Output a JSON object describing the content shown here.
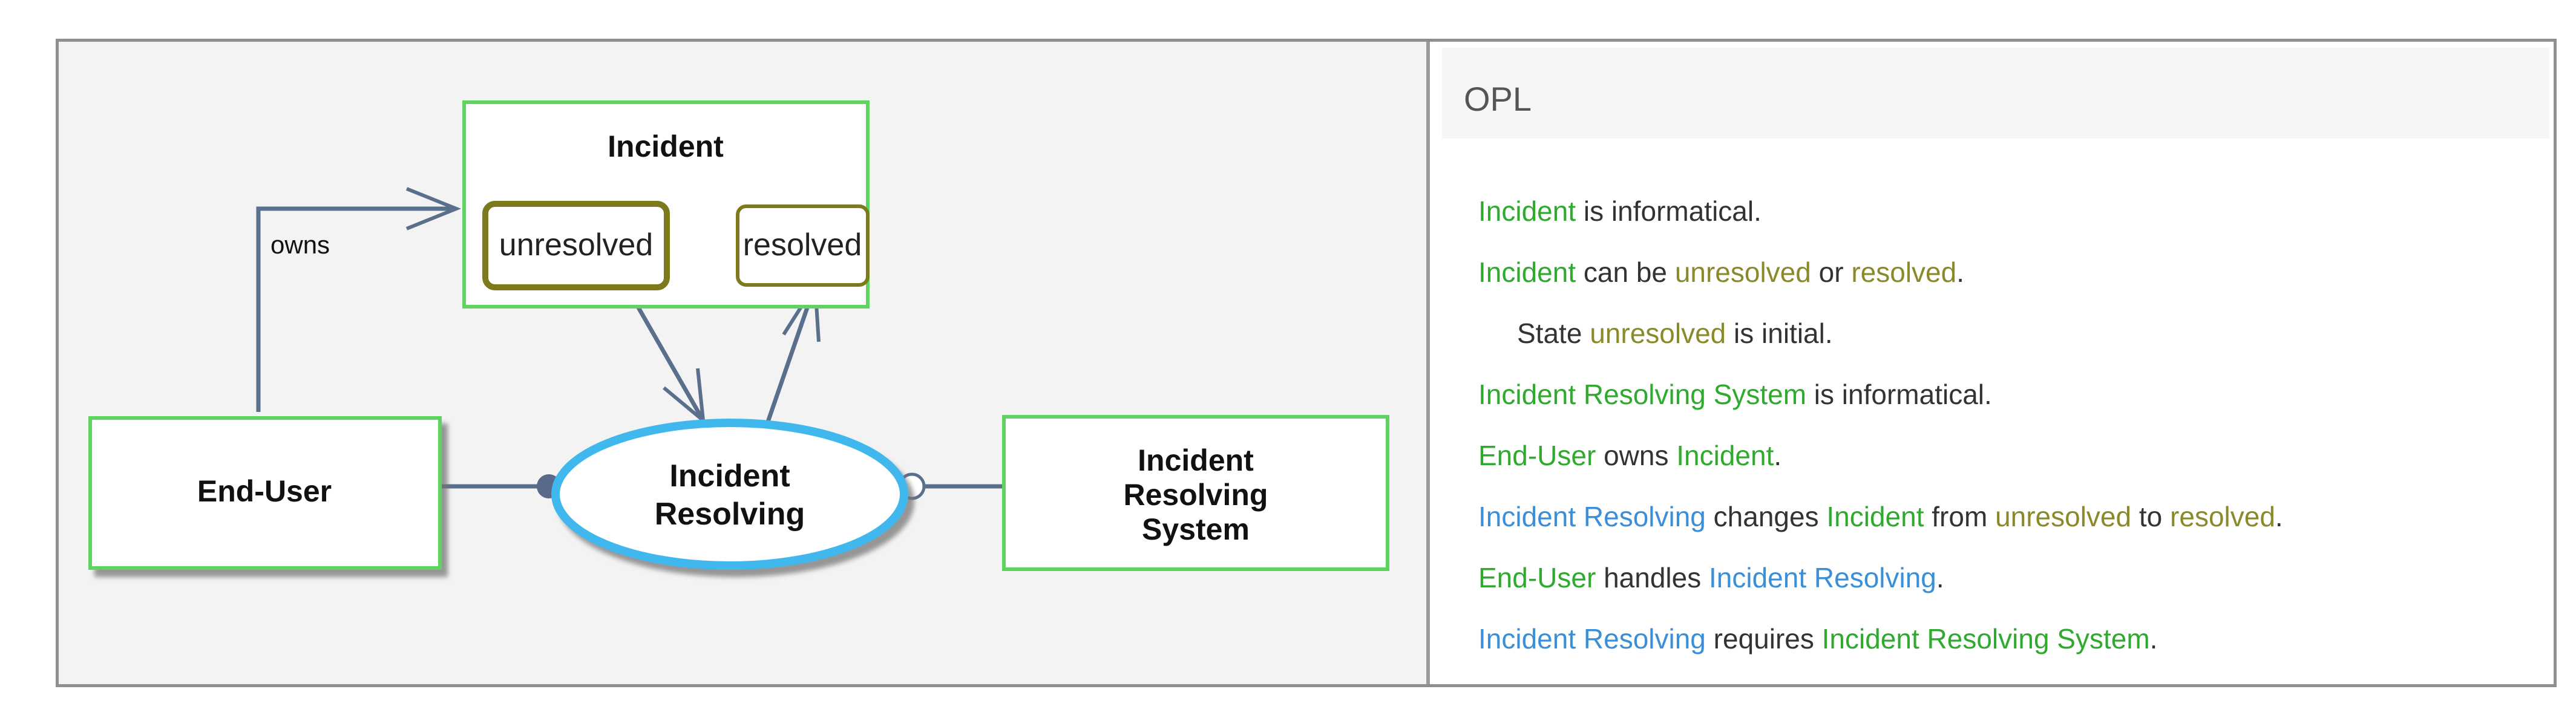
{
  "diagram": {
    "objects": {
      "incident": "Incident",
      "end_user": "End-User",
      "system": [
        "Incident",
        "Resolving",
        "System"
      ]
    },
    "states": {
      "unresolved": "unresolved",
      "resolved": "resolved"
    },
    "process": [
      "Incident",
      "Resolving"
    ],
    "links": {
      "owns": "owns"
    },
    "colors": {
      "object_border": "#5fd35f",
      "state_border": "#7d7a1e",
      "process_border": "#3fb8ee",
      "link": "#5a6f8c"
    }
  },
  "opl": {
    "title": "OPL",
    "colors": {
      "object": "#2faa2f",
      "state": "#8a8a2a",
      "process": "#3a8fd8",
      "text": "#333333"
    },
    "lines": [
      {
        "indent": false,
        "parts": [
          {
            "kind": "object",
            "text": "Incident"
          },
          {
            "kind": "text",
            "text": " is informatical."
          }
        ]
      },
      {
        "indent": false,
        "parts": [
          {
            "kind": "object",
            "text": "Incident"
          },
          {
            "kind": "text",
            "text": " can be "
          },
          {
            "kind": "state",
            "text": "unresolved"
          },
          {
            "kind": "text",
            "text": " or "
          },
          {
            "kind": "state",
            "text": "resolved"
          },
          {
            "kind": "text",
            "text": "."
          }
        ]
      },
      {
        "indent": true,
        "parts": [
          {
            "kind": "text",
            "text": "State "
          },
          {
            "kind": "state",
            "text": "unresolved"
          },
          {
            "kind": "text",
            "text": " is initial."
          }
        ]
      },
      {
        "indent": false,
        "parts": [
          {
            "kind": "object",
            "text": "Incident Resolving System"
          },
          {
            "kind": "text",
            "text": " is informatical."
          }
        ]
      },
      {
        "indent": false,
        "parts": [
          {
            "kind": "object",
            "text": "End-User"
          },
          {
            "kind": "text",
            "text": " owns "
          },
          {
            "kind": "object",
            "text": "Incident"
          },
          {
            "kind": "text",
            "text": "."
          }
        ]
      },
      {
        "indent": false,
        "parts": [
          {
            "kind": "process",
            "text": "Incident Resolving"
          },
          {
            "kind": "text",
            "text": " changes "
          },
          {
            "kind": "object",
            "text": "Incident"
          },
          {
            "kind": "text",
            "text": " from "
          },
          {
            "kind": "state",
            "text": "unresolved"
          },
          {
            "kind": "text",
            "text": " to "
          },
          {
            "kind": "state",
            "text": "resolved"
          },
          {
            "kind": "text",
            "text": "."
          }
        ]
      },
      {
        "indent": false,
        "parts": [
          {
            "kind": "object",
            "text": "End-User"
          },
          {
            "kind": "text",
            "text": " handles "
          },
          {
            "kind": "process",
            "text": "Incident Resolving"
          },
          {
            "kind": "text",
            "text": "."
          }
        ]
      },
      {
        "indent": false,
        "parts": [
          {
            "kind": "process",
            "text": "Incident Resolving"
          },
          {
            "kind": "text",
            "text": " requires "
          },
          {
            "kind": "object",
            "text": "Incident Resolving System"
          },
          {
            "kind": "text",
            "text": "."
          }
        ]
      }
    ]
  }
}
